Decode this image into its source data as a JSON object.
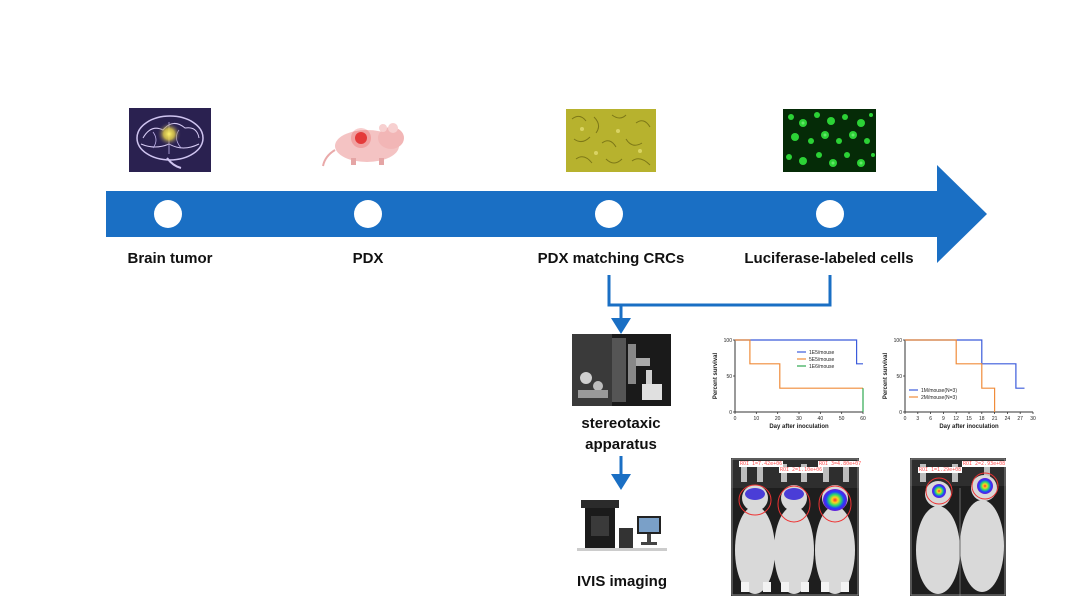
{
  "timeline": {
    "stages": [
      {
        "label": "Brain tumor"
      },
      {
        "label": "PDX"
      },
      {
        "label": "PDX matching CRCs"
      },
      {
        "label": "Luciferase-labeled cells"
      }
    ],
    "arrow_color": "#1a6fc4"
  },
  "workflow": {
    "step1_line1": "stereotaxic",
    "step1_line2": "apparatus",
    "step2": "IVIS imaging"
  },
  "imaging": {
    "left_panel_labels": [
      "ROI 1=7.42e+06",
      "ROI 2=1.10e+06",
      "ROI 3=4.80e+07"
    ],
    "right_panel_labels": [
      "ROI 1=1.29e+08",
      "ROI 2=2.93e+08"
    ]
  },
  "chart_data": [
    {
      "type": "line",
      "subtype": "survival-step",
      "xlabel": "Day after inoculation",
      "ylabel": "Percent survival",
      "xlim": [
        0,
        60
      ],
      "ylim": [
        0,
        100
      ],
      "xticks": [
        0,
        10,
        20,
        30,
        40,
        50,
        60
      ],
      "yticks": [
        0,
        50,
        100
      ],
      "legend_position": "top-right",
      "series": [
        {
          "name": "1E5/mouse",
          "color": "#3b5bdb",
          "x": [
            0,
            57,
            57,
            60
          ],
          "y": [
            100,
            100,
            67,
            67
          ]
        },
        {
          "name": "5E5/mouse",
          "color": "#f08c3a",
          "x": [
            0,
            7,
            7,
            21,
            21,
            60
          ],
          "y": [
            100,
            100,
            67,
            67,
            33,
            33
          ]
        },
        {
          "name": "1E6/mouse",
          "color": "#2fa84f",
          "x": [
            60,
            60
          ],
          "y": [
            33,
            0
          ]
        }
      ]
    },
    {
      "type": "line",
      "subtype": "survival-step",
      "xlabel": "Day after inoculation",
      "ylabel": "Percent survival",
      "xlim": [
        0,
        30
      ],
      "ylim": [
        0,
        100
      ],
      "xticks": [
        0,
        3,
        6,
        9,
        12,
        15,
        18,
        21,
        24,
        27,
        30
      ],
      "yticks": [
        0,
        50,
        100
      ],
      "legend_position": "bottom-left",
      "series": [
        {
          "name": "1M/mouse(N=3)",
          "color": "#3b5bdb",
          "x": [
            0,
            18,
            18,
            26,
            26,
            28
          ],
          "y": [
            100,
            100,
            67,
            67,
            33,
            33
          ]
        },
        {
          "name": "2M/mouse(N=3)",
          "color": "#f08c3a",
          "x": [
            0,
            12,
            12,
            18,
            18,
            21,
            21
          ],
          "y": [
            100,
            100,
            67,
            67,
            33,
            33,
            0
          ]
        }
      ]
    }
  ]
}
